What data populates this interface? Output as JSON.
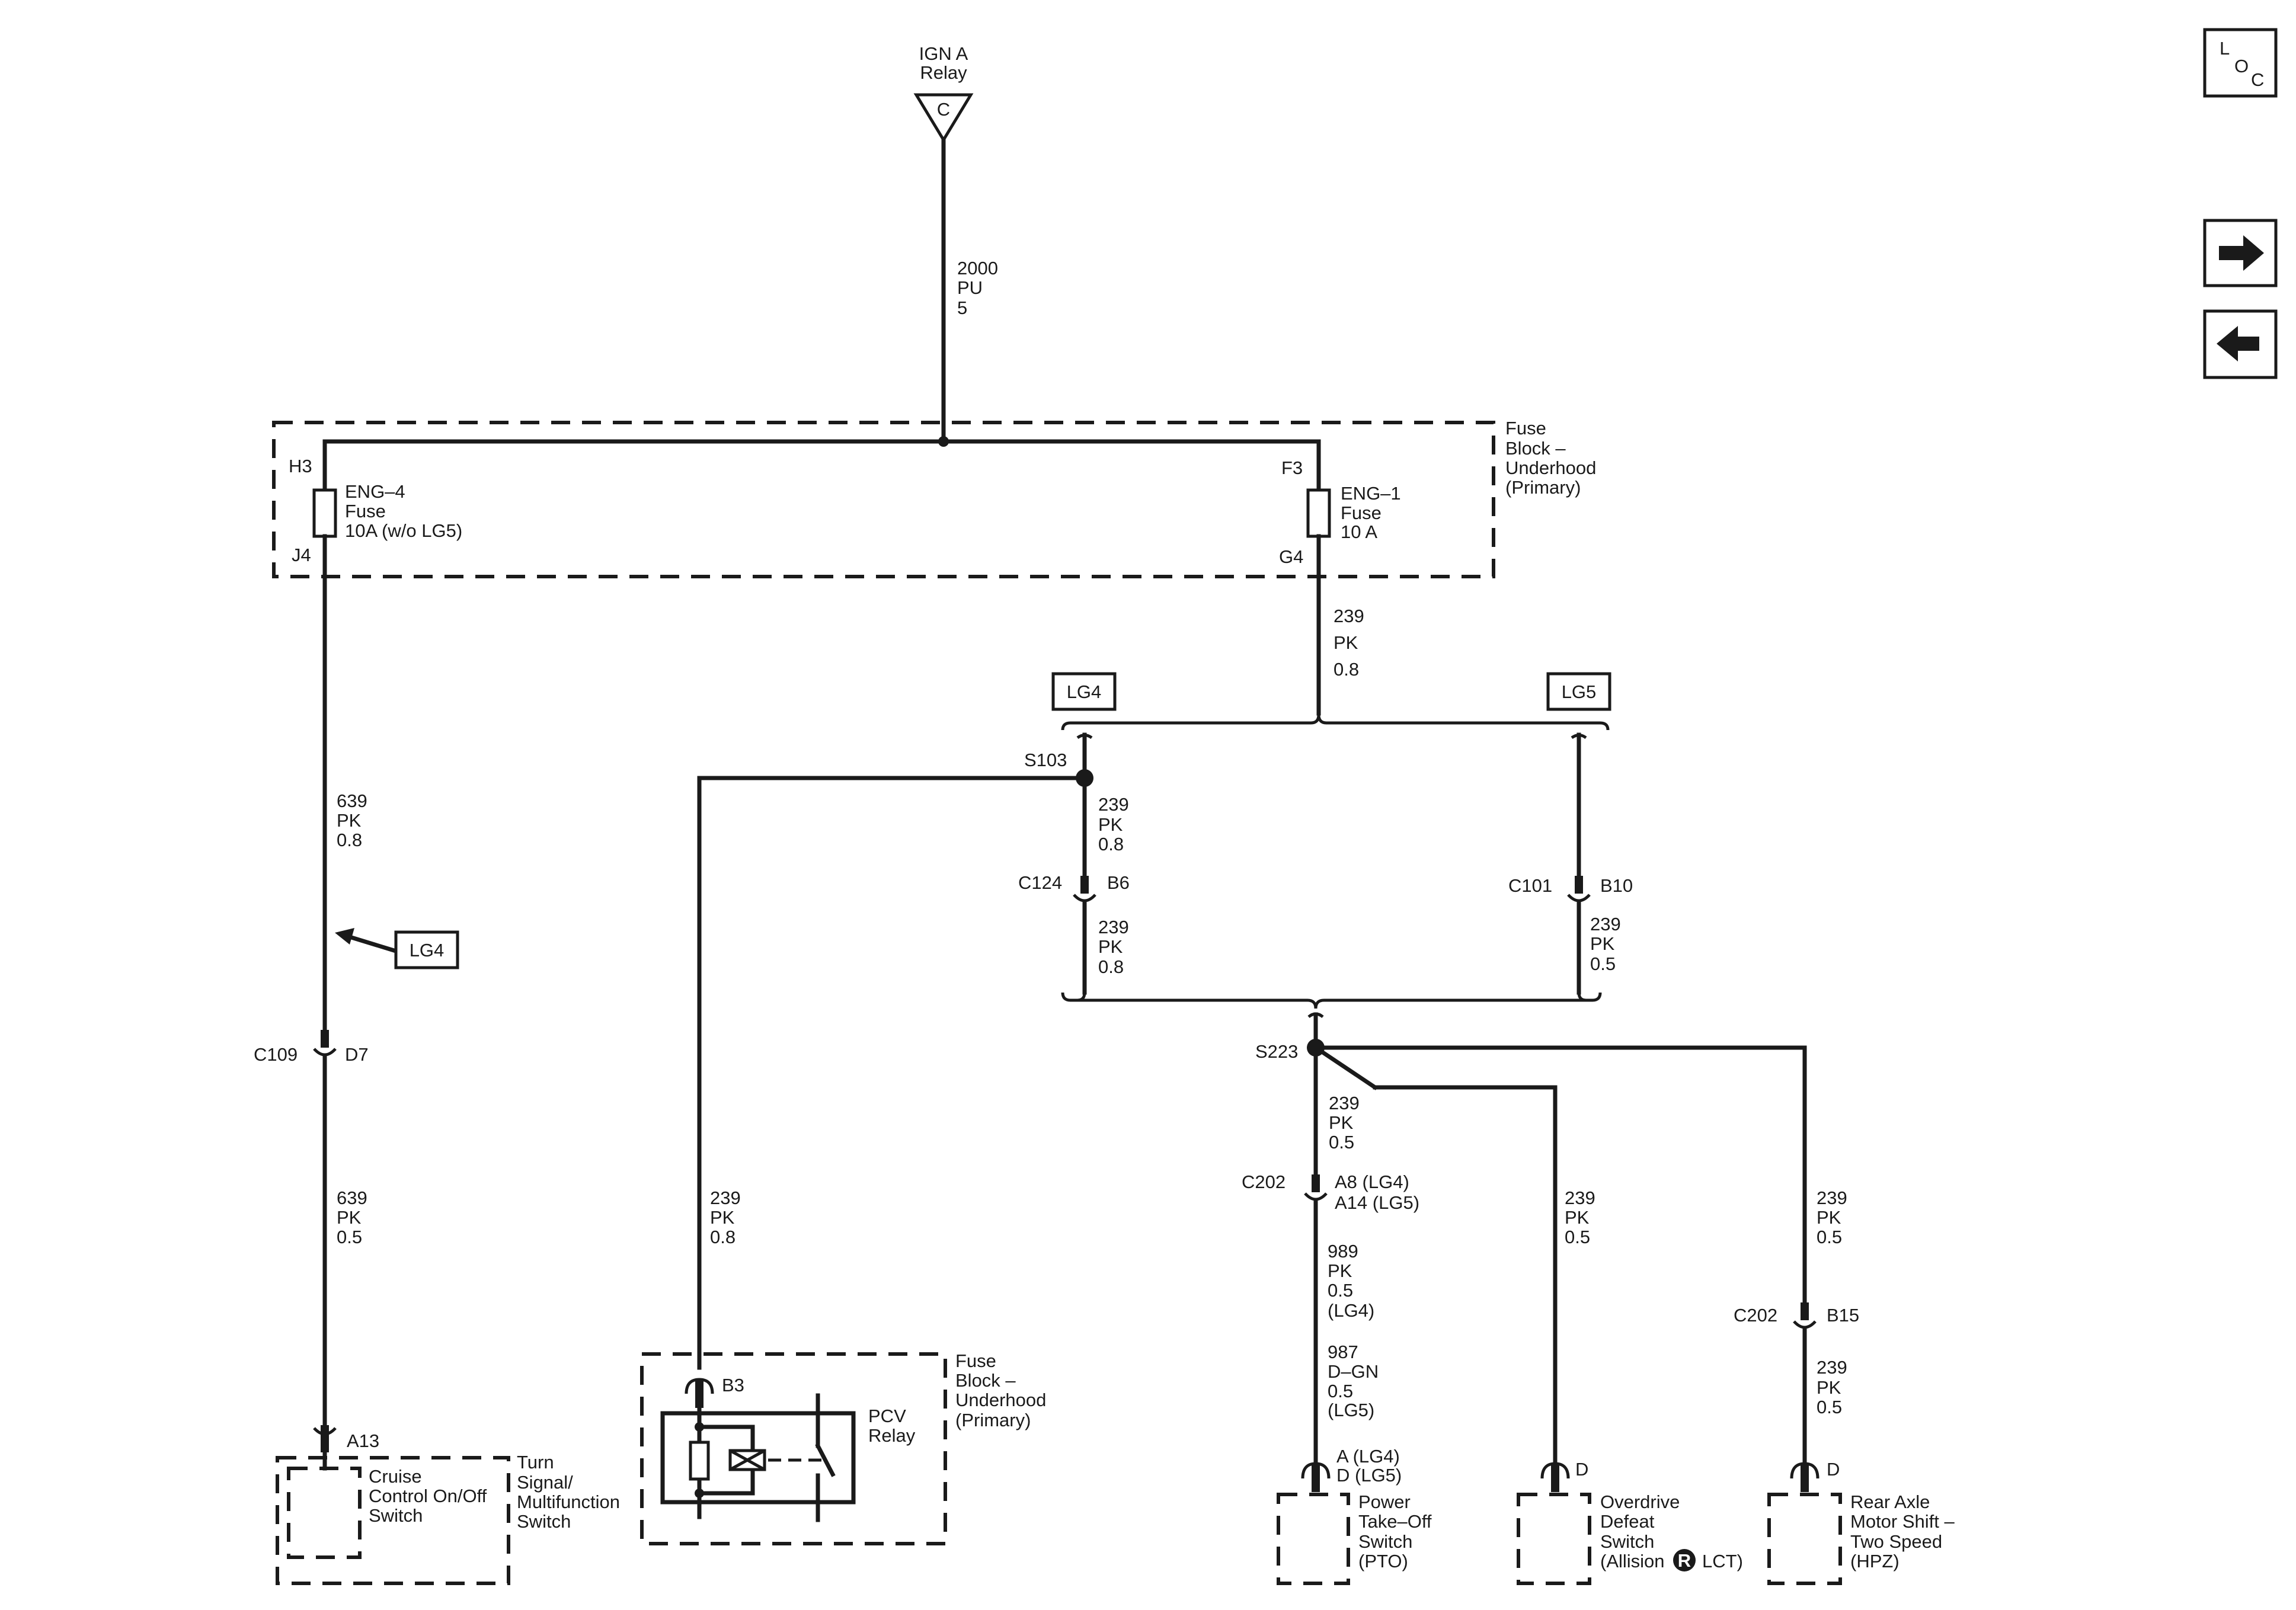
{
  "nav": {
    "loc_letters": [
      "L",
      "O",
      "C"
    ],
    "forward_icon": "arrow-right-icon",
    "back_icon": "arrow-left-icon"
  },
  "relay_top": {
    "line1": "IGN A",
    "line2": "Relay",
    "terminal": "C"
  },
  "wire_2000": [
    "2000",
    "PU",
    "5"
  ],
  "fuse_block": [
    "Fuse",
    "Block –",
    "Underhood",
    "(Primary)"
  ],
  "fuse_eng4": {
    "pin_in": "H3",
    "pin_out": "J4",
    "label": [
      "ENG–4",
      "Fuse",
      "10A (w/o LG5)"
    ]
  },
  "fuse_eng1": {
    "pin_in": "F3",
    "pin_out": "G4",
    "label": [
      "ENG–1",
      "Fuse",
      "10 A"
    ]
  },
  "wire_239_top": [
    "239",
    "PK",
    "0.8"
  ],
  "tags": {
    "lg4": "LG4",
    "lg5": "LG5",
    "lg4_pointer": "LG4"
  },
  "s103": "S103",
  "wire_639a": [
    "639",
    "PK",
    "0.8"
  ],
  "wire_639b": [
    "639",
    "PK",
    "0.5"
  ],
  "c109": {
    "name": "C109",
    "pin": "D7"
  },
  "cruise": {
    "pin": "A13",
    "label": [
      "Cruise",
      "Control On/Off",
      "Switch"
    ],
    "outer": [
      "Turn",
      "Signal/",
      "Multifunction",
      "Switch"
    ]
  },
  "wire_239_s103_c124": [
    "239",
    "PK",
    "0.8"
  ],
  "c124": {
    "name": "C124",
    "pin": "B6"
  },
  "wire_239_c124_s223": [
    "239",
    "PK",
    "0.8"
  ],
  "c101": {
    "name": "C101",
    "pin": "B10"
  },
  "wire_239_c101_s223": [
    "239",
    "PK",
    "0.5"
  ],
  "wire_239_pcv": [
    "239",
    "PK",
    "0.8"
  ],
  "pcv": {
    "pin": "B3",
    "label": [
      "PCV",
      "Relay"
    ],
    "block": [
      "Fuse",
      "Block –",
      "Underhood",
      "(Primary)"
    ]
  },
  "s223": "S223",
  "wire_239_s223_c202": [
    "239",
    "PK",
    "0.5"
  ],
  "c202a": {
    "name": "C202",
    "pin1": "A8 (LG4)",
    "pin2": "A14 (LG5)"
  },
  "wire_989": [
    "989",
    "PK",
    "0.5",
    "(LG4)"
  ],
  "wire_987": [
    "987",
    "D–GN",
    "0.5",
    "(LG5)"
  ],
  "pto": {
    "pin1": "A (LG4)",
    "pin2": "D (LG5)",
    "label": [
      "Power",
      "Take–Off",
      "Switch",
      "(PTO)"
    ]
  },
  "wire_239_od": [
    "239",
    "PK",
    "0.5"
  ],
  "overdrive": {
    "pin": "D",
    "label": [
      "Overdrive",
      "Defeat",
      "Switch"
    ],
    "last_prefix": "(Allision",
    "mark": "R",
    "last_suffix": "LCT)"
  },
  "wire_239_ra1": [
    "239",
    "PK",
    "0.5"
  ],
  "c202b": {
    "name": "C202",
    "pin": "B15"
  },
  "wire_239_ra2": [
    "239",
    "PK",
    "0.5"
  ],
  "rear_axle": {
    "pin": "D",
    "label": [
      "Rear Axle",
      "Motor Shift –",
      "Two Speed",
      "(HPZ)"
    ]
  }
}
